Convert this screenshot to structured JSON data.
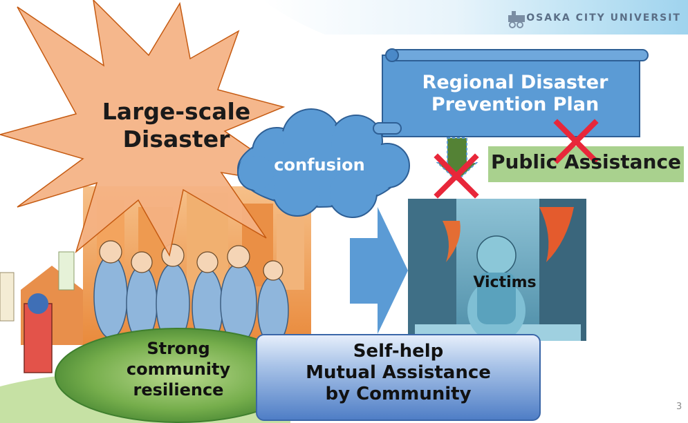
{
  "header": {
    "university_name": "OSAKA CITY UNIVERSIT",
    "logo": "university-logo"
  },
  "disaster": {
    "title_line1": "Large-scale",
    "title_line2": "Disaster"
  },
  "confusion": {
    "label": "confusion"
  },
  "plan": {
    "title_line1": "Regional Disaster",
    "title_line2": "Prevention Plan"
  },
  "public_assistance": {
    "label": "Public Assistance"
  },
  "victims": {
    "label": "Victims"
  },
  "community": {
    "line1": "Strong",
    "line2": "community",
    "line3": "resilience"
  },
  "self_help": {
    "line1": "Self-help",
    "line2": "Mutual Assistance",
    "line3": "by Community"
  },
  "slide": {
    "number": "3"
  },
  "colors": {
    "starburst": "#f4b183",
    "cloud": "#5b9bd5",
    "scroll": "#5b9bd5",
    "public_box": "#a9d18e",
    "cross": "#e8273a",
    "arrow": "#5b9bd5",
    "ellipse": "#4e8f3a"
  }
}
